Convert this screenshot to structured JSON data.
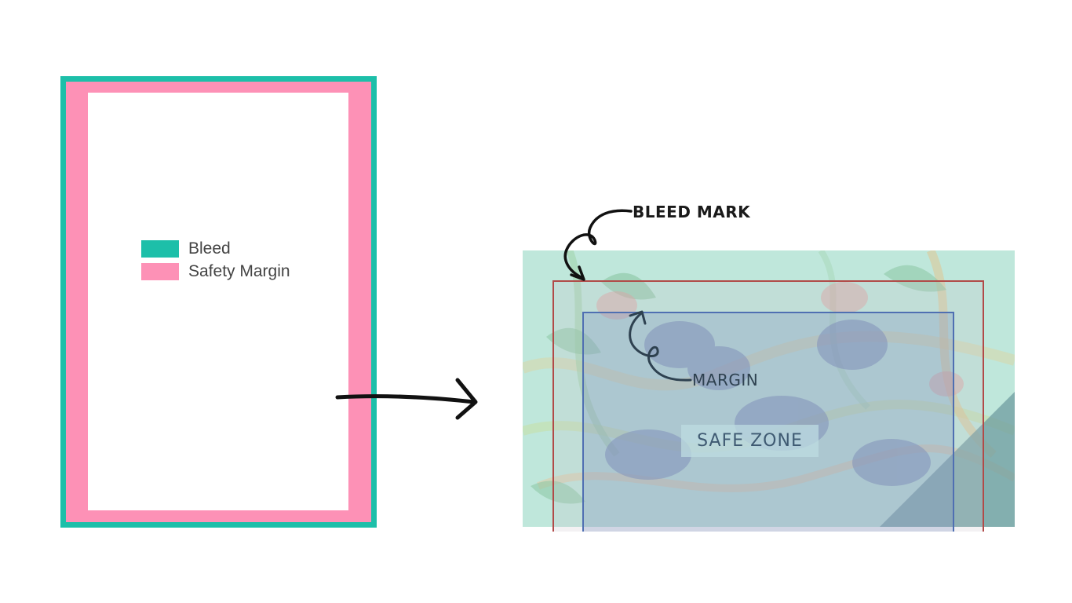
{
  "legend": {
    "items": [
      {
        "label": "Bleed",
        "color": "#1dbfa9"
      },
      {
        "label": "Safety Margin",
        "color": "#fd91b6"
      }
    ]
  },
  "annotations": {
    "bleed_mark": "BLEED MARK",
    "margin": "MARGIN",
    "safe_zone": "SAFE ZONE"
  },
  "colors": {
    "bleed": "#1dbfa9",
    "safety_margin": "#fd91b6",
    "bleed_frame": "#b14a48",
    "margin_frame": "#4f6fb2"
  }
}
